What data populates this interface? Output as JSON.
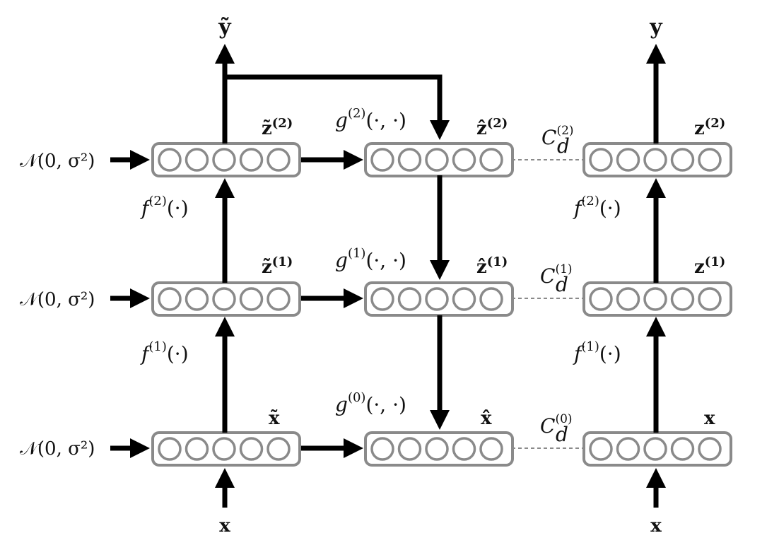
{
  "noise_label": "𝒩(0, σ²)",
  "columns": {
    "corrupted": {
      "top_output": "ỹ",
      "bottom_input": "x",
      "layers": [
        {
          "label": "x̃"
        },
        {
          "label": "z̃",
          "superscript": "(1)"
        },
        {
          "label": "z̃",
          "superscript": "(2)"
        }
      ],
      "encoders": [
        {
          "fn": "f",
          "superscript": "(1)",
          "args": "(·)"
        },
        {
          "fn": "f",
          "superscript": "(2)",
          "args": "(·)"
        }
      ]
    },
    "denoising": {
      "layers": [
        {
          "label": "x̂"
        },
        {
          "label": "ẑ",
          "superscript": "(1)"
        },
        {
          "label": "ẑ",
          "superscript": "(2)"
        }
      ],
      "decoders": [
        {
          "fn": "g",
          "superscript": "(0)",
          "args": "(·, ·)"
        },
        {
          "fn": "g",
          "superscript": "(1)",
          "args": "(·, ·)"
        },
        {
          "fn": "g",
          "superscript": "(2)",
          "args": "(·, ·)"
        }
      ]
    },
    "clean": {
      "top_output": "y",
      "bottom_input": "x",
      "layers": [
        {
          "label": "x"
        },
        {
          "label": "z",
          "superscript": "(1)"
        },
        {
          "label": "z",
          "superscript": "(2)"
        }
      ],
      "encoders": [
        {
          "fn": "f",
          "superscript": "(1)",
          "args": "(·)"
        },
        {
          "fn": "f",
          "superscript": "(2)",
          "args": "(·)"
        }
      ]
    }
  },
  "costs": [
    {
      "fn": "C",
      "subscript": "d",
      "superscript": "(0)"
    },
    {
      "fn": "C",
      "subscript": "d",
      "superscript": "(1)"
    },
    {
      "fn": "C",
      "subscript": "d",
      "superscript": "(2)"
    }
  ],
  "units_per_layer": 5
}
